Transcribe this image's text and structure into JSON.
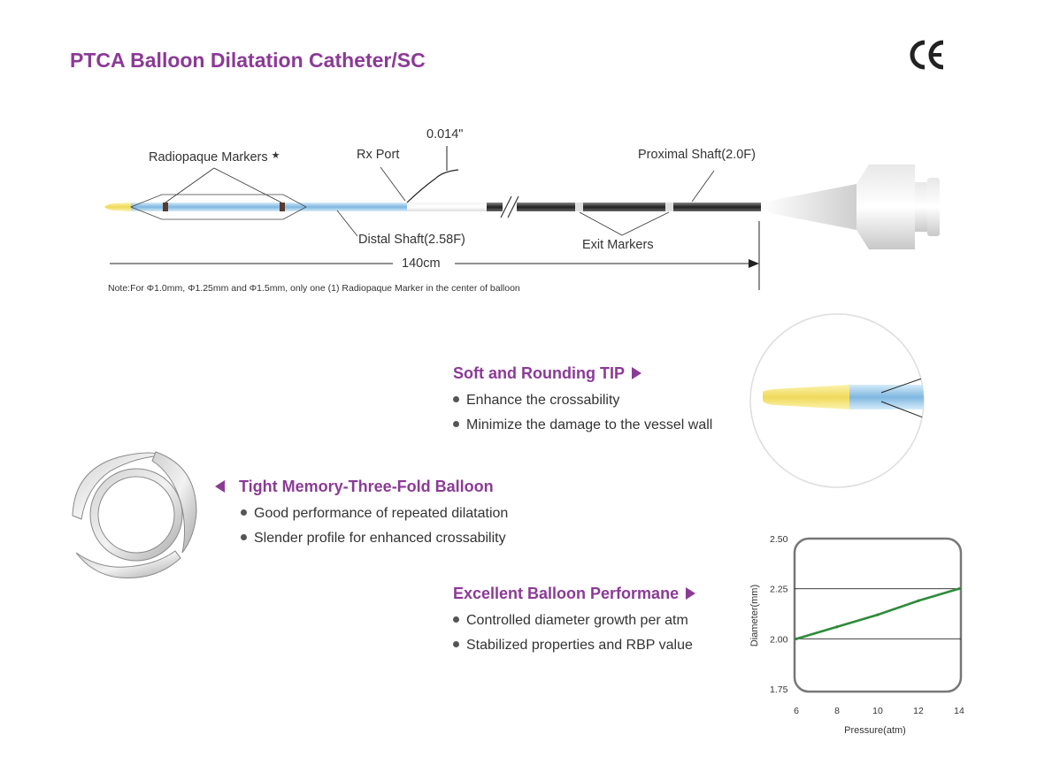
{
  "page": {
    "title": "PTCA Balloon Dilatation Catheter/SC",
    "certification_mark": "CE"
  },
  "diagram": {
    "labels": {
      "radiopaque_markers": "Radiopaque Markers",
      "radiopaque_star": "★",
      "rx_port": "Rx Port",
      "guidewire": "0.014\"",
      "proximal_shaft": "Proximal Shaft(2.0F)",
      "distal_shaft": "Distal Shaft(2.58F)",
      "exit_markers": "Exit Markers",
      "length": "140cm"
    },
    "note": "Note:For  Φ1.0mm,  Φ1.25mm and  Φ1.5mm, only one (1) Radiopaque Marker in the center of balloon",
    "colors": {
      "tip": "#f3e47a",
      "distal_shaft": "#8fc4e8",
      "proximal_shaft": "#333333",
      "accent": "#8b3a96"
    }
  },
  "features": [
    {
      "title": "Soft and Rounding TIP",
      "bullets": [
        "Enhance the crossability",
        "Minimize the damage to the vessel wall"
      ]
    },
    {
      "title": "Tight Memory-Three-Fold Balloon",
      "bullets": [
        "Good performance of repeated dilatation",
        "Slender profile for enhanced crossability"
      ]
    },
    {
      "title": "Excellent Balloon Performane",
      "bullets": [
        "Controlled diameter growth per atm",
        "Stabilized properties and RBP value"
      ]
    }
  ],
  "chart_data": {
    "type": "line",
    "xlabel": "Pressure(atm)",
    "ylabel": "Diameter(mm)",
    "xlim": [
      6,
      14
    ],
    "ylim": [
      1.75,
      2.5
    ],
    "x_ticks": [
      "6",
      "8",
      "10",
      "12",
      "14"
    ],
    "y_ticks": [
      "2.50",
      "2.25",
      "2.00",
      "1.75"
    ],
    "grid": "horizontal",
    "series": [
      {
        "x": [
          6,
          8,
          10,
          12,
          14
        ],
        "y": [
          2.0,
          2.06,
          2.12,
          2.19,
          2.25
        ],
        "color": "#2e8b3a"
      }
    ]
  }
}
